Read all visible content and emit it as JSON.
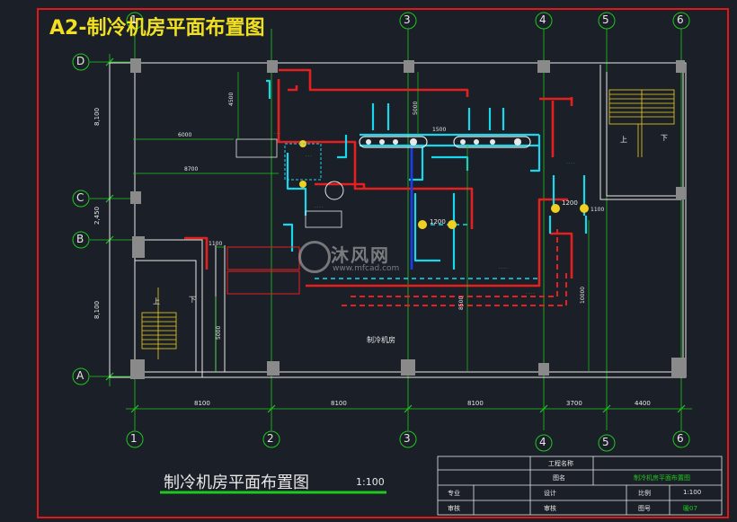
{
  "drawing": {
    "top_title": "A2-制冷机房平面布置图",
    "bottom_title": "制冷机房平面布置图",
    "scale": "1:100",
    "room_label": "制冷机房"
  },
  "axes": {
    "columns": [
      "1",
      "2",
      "3",
      "4",
      "5",
      "6"
    ],
    "rows": [
      "D",
      "C",
      "B",
      "A"
    ],
    "column_spacing": [
      "8100",
      "8100",
      "8100",
      "3700",
      "4400"
    ],
    "row_spacing": [
      "8,100",
      "2,450",
      "8,100"
    ]
  },
  "dimensions": {
    "d6000": "6000",
    "d8700": "8700",
    "d4500": "4500",
    "d5000a": "5000",
    "d1500": "1500",
    "d1200a": "1200",
    "d1200b": "1200",
    "d1100a": "1100",
    "d1100b": "1100",
    "d5000b": "5000",
    "d8500": "8500",
    "d10000": "10000"
  },
  "stair_labels": {
    "up": "上",
    "down": "下"
  },
  "title_block": {
    "project_label": "工程名称",
    "drawing_name_label": "图名",
    "drawing_name": "制冷机房平面布置图",
    "discipline_label": "专业",
    "design_label": "设计",
    "scale_label": "比例",
    "scale_value": "1:100",
    "review_label": "审核",
    "check_label": "审核",
    "drawing_no_label": "图号",
    "drawing_no": "暖07"
  },
  "watermark": {
    "text": "沐风网",
    "url": "www.mfcad.com"
  },
  "colors": {
    "background": "#1b1f27",
    "frame": "#e01818",
    "axis": "#1ec81e",
    "wall": "#e8e8e8",
    "pipe_supply": "#e42020",
    "pipe_return": "#18d8ee",
    "pipe_blue": "#1c3cf0",
    "title_yellow": "#f0e020",
    "stair": "#f0d020"
  }
}
